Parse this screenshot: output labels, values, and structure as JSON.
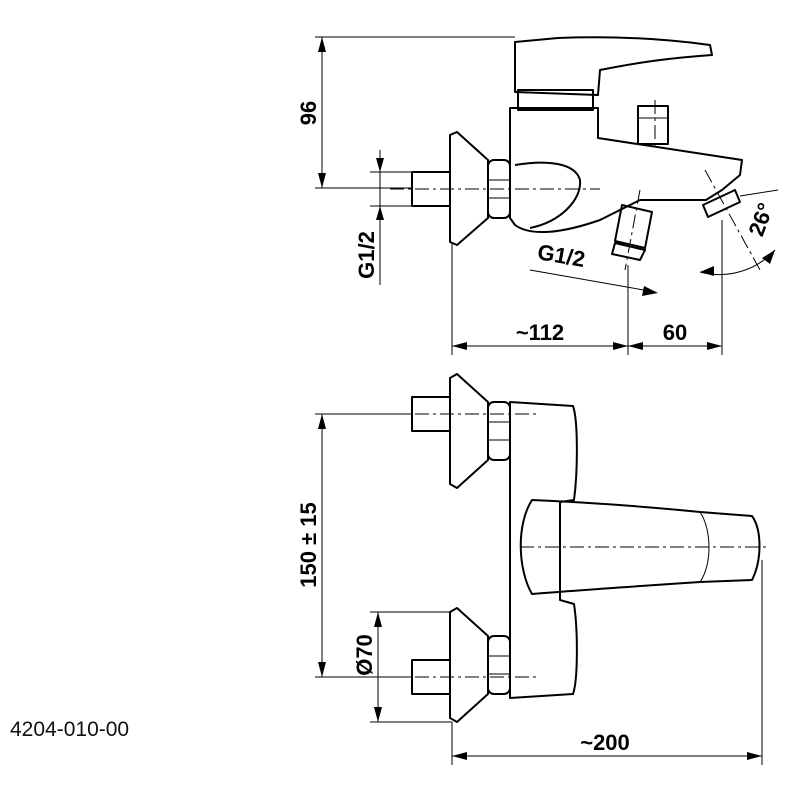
{
  "drawing": {
    "part_number": "4204-010-00",
    "dimensions": {
      "height_top": "96",
      "inlet_thread": "G1/2",
      "outlet_thread": "G1/2",
      "projection": "~112",
      "spout_offset": "60",
      "spout_angle": "26°",
      "centres": "150 ± 15",
      "flange_diameter": "Ø70",
      "overall_width": "~200"
    }
  }
}
